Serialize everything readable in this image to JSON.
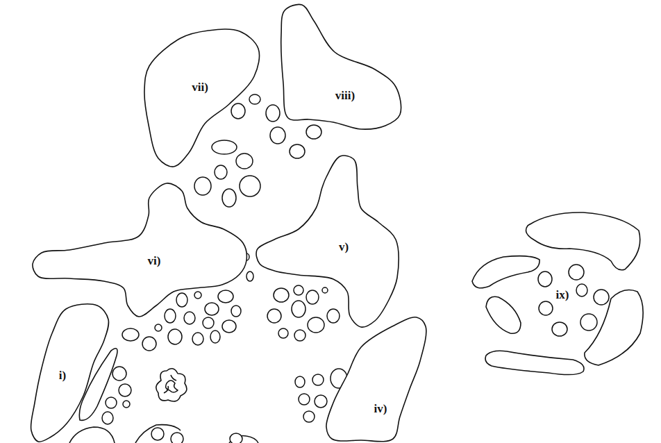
{
  "diagram": {
    "nodes": [
      {
        "text": [
          "vii)"
        ]
      },
      {
        "text": [
          "viii)"
        ]
      },
      {
        "text": [
          "vi)"
        ]
      },
      {
        "text": [
          "v)"
        ]
      },
      {
        "text": [
          "i)"
        ]
      },
      {
        "text": [
          "iv)"
        ]
      }
    ],
    "labels": [
      "ix)"
    ]
  }
}
